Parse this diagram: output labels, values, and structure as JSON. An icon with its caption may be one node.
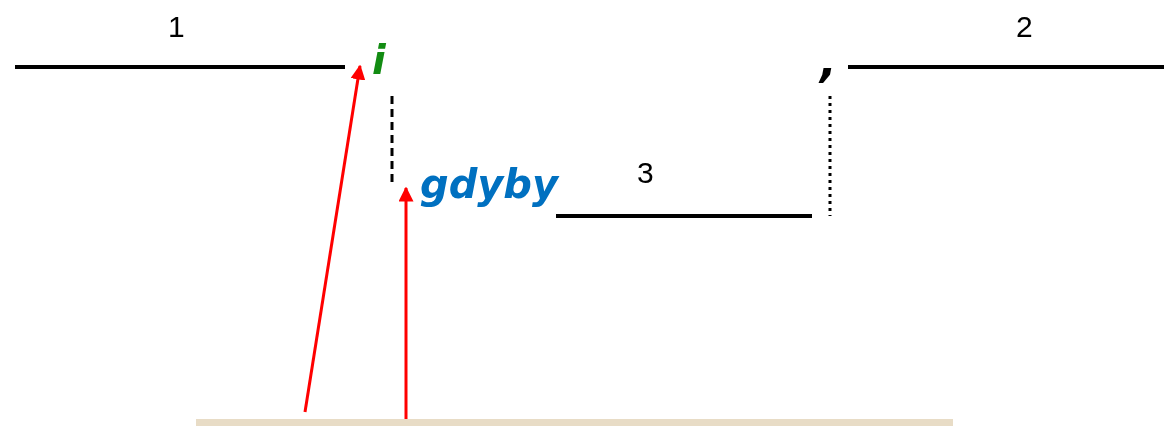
{
  "diagram": {
    "nodes": [
      {
        "text": [
          "i"
        ]
      },
      {
        "text": [
          "gdyby"
        ]
      },
      {
        "text": [],
        "shape": "bar"
      }
    ],
    "edges": [
      {
        "from": 2,
        "to": 0,
        "arrow": "to"
      },
      {
        "from": 2,
        "to": 1,
        "arrow": "to"
      }
    ],
    "labels": [
      "1",
      "2",
      ",",
      "3"
    ]
  }
}
